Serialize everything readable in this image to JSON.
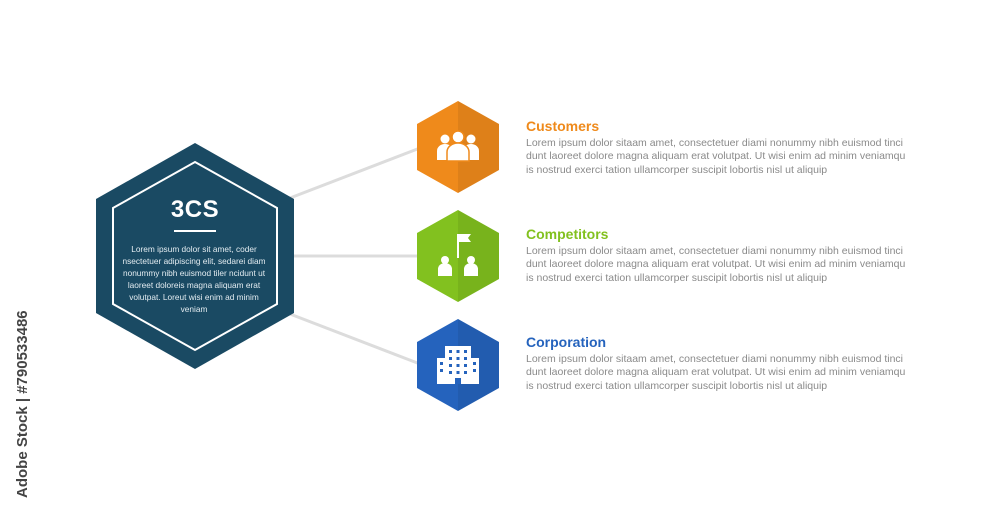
{
  "hub": {
    "title": "3CS",
    "description": "Lorem ipsum dolor sit amet, coder nsectetuer adipiscing elit, sedarei diam nonummy nibh euismod tiler ncidunt ut laoreet doloreis magna aliquam erat volutpat. Loreut wisi enim ad minim veniam",
    "color": "#1a4a63"
  },
  "items": [
    {
      "title": "Customers",
      "icon": "people-group-icon",
      "color": "#ef8a1b",
      "description": "Lorem ipsum dolor sitaam amet, consectetuer diami nonummy  nibh euismod tinci dunt laoreet dolore magna aliquam erat volutpat. Ut wisi enim ad minim veniamqu is nostrud exerci tation ullamcorper suscipit lobortis nisl ut aliquip"
    },
    {
      "title": "Competitors",
      "icon": "competitors-flag-icon",
      "color": "#82c11f",
      "description": "Lorem ipsum dolor sitaam amet, consectetuer diami nonummy  nibh euismod tinci dunt laoreet dolore magna aliquam erat volutpat. Ut wisi enim ad minim veniamqu is nostrud exerci tation ullamcorper suscipit lobortis nisl ut aliquip"
    },
    {
      "title": "Corporation",
      "icon": "office-building-icon",
      "color": "#2563bd",
      "description": "Lorem ipsum dolor sitaam amet, consectetuer diami nonummy  nibh euismod tinci dunt laoreet dolore magna aliquam erat volutpat. Ut wisi enim ad minim veniamqu is nostrud exerci tation ullamcorper suscipit lobortis nisl ut aliquip"
    }
  ],
  "watermark": "Adobe Stock | #790533486"
}
